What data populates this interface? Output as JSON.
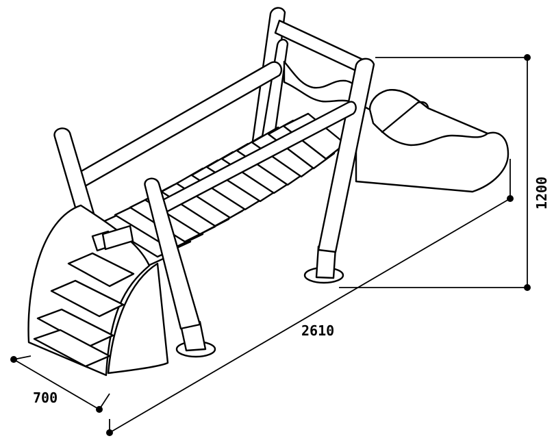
{
  "dimensions": {
    "length": "2610",
    "width": "700",
    "height": "1200"
  }
}
